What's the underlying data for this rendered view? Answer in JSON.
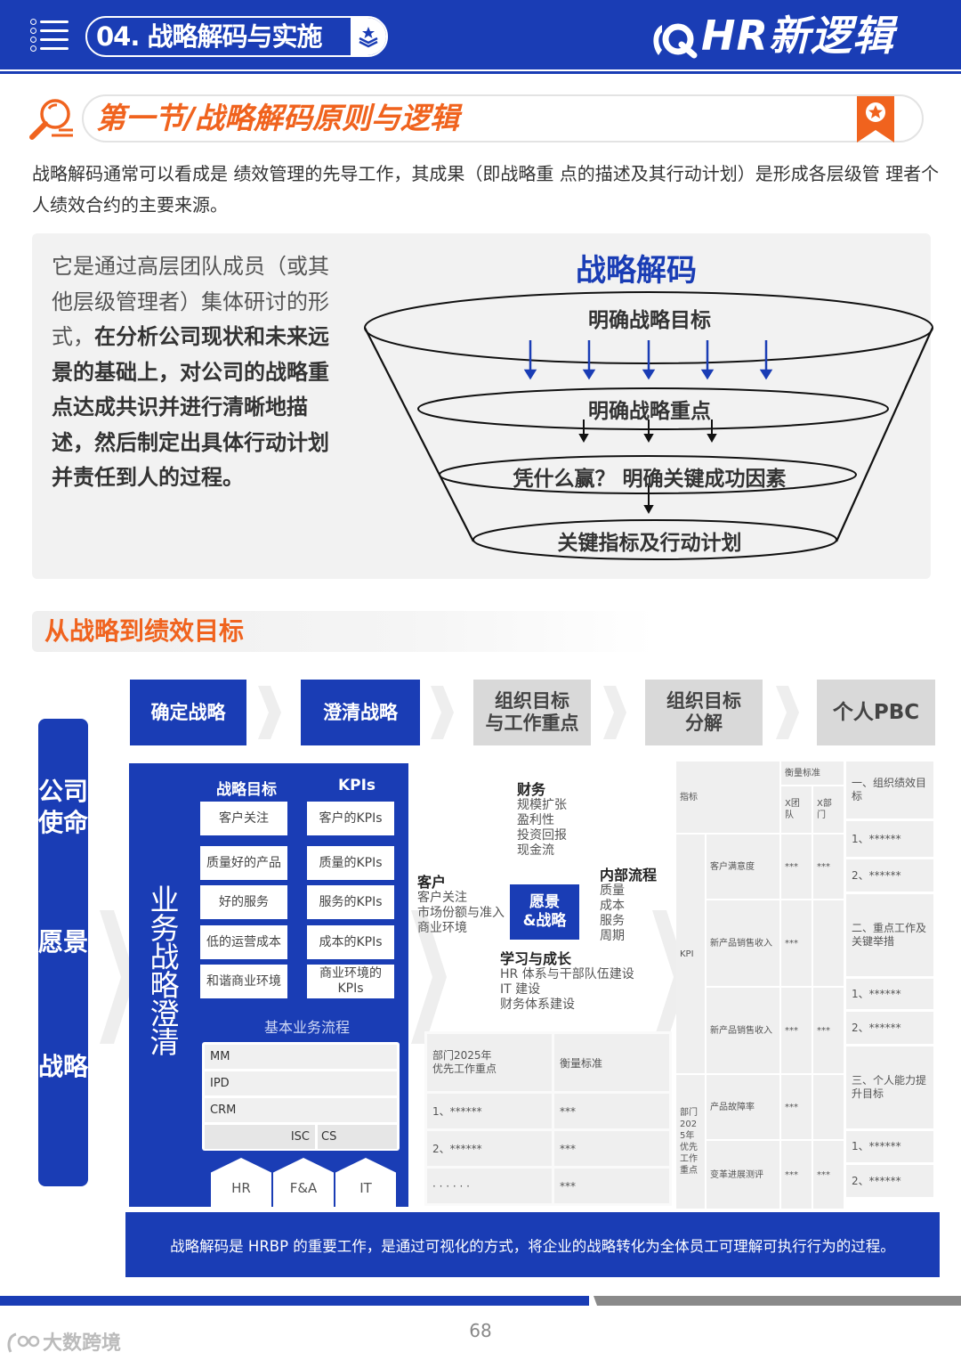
{
  "header": {
    "chapter_title": "04. 战略解码与实施",
    "brand": "HR新逻辑",
    "accent": "#1a3db5"
  },
  "section": {
    "title": "第一节/战略解码原则与逻辑",
    "accent": "#f0631e"
  },
  "intro": "战略解码通常可以看成是 绩效管理的先导工作，其成果（即战略重 点的描述及其行动计划）是形成各层级管 理者个人绩效合约的主要来源。",
  "definition": {
    "plain": "它是通过高层团队成员（或其他层级管理者）集体研讨的形式，",
    "bold": "在分析公司现状和未来远景的基础上，对公司的战略重点达成共识并进行清晰地描述，然后制定出具体行动计划并责任到人的过程。"
  },
  "funnel": {
    "title": "战略解码",
    "levels": [
      "明确战略目标",
      "明确战略重点",
      "凭什么赢？ 明确关键成功因素",
      "关键指标及行动计划"
    ]
  },
  "strategy_to_goals": {
    "title": "从战略到绩效目标",
    "steps": [
      {
        "label": "确定战略",
        "active": true
      },
      {
        "label": "澄清战略",
        "active": true
      },
      {
        "label": "组织目标\n与工作重点",
        "active": false
      },
      {
        "label": "组织目标\n分解",
        "active": false
      },
      {
        "label": "个人PBC",
        "active": false
      }
    ],
    "vision_bar": [
      "公司使命",
      "愿景",
      "战略"
    ]
  },
  "business_strategy": {
    "vertical_title": "业务战略澄清",
    "col_goals": "战略目标",
    "col_kpis": "KPIs",
    "rows": [
      {
        "goal": "客户关注",
        "kpi": "客户的KPIs"
      },
      {
        "goal": "质量好的产品",
        "kpi": "质量的KPIs"
      },
      {
        "goal": "好的服务",
        "kpi": "服务的KPIs"
      },
      {
        "goal": "低的运营成本",
        "kpi": "成本的KPIs"
      },
      {
        "goal": "和谐商业环境",
        "kpi": "商业环境的KPIs"
      }
    ],
    "process_title": "基本业务流程",
    "processes": [
      "MM",
      "IPD",
      "CRM"
    ],
    "process_split": [
      "ISC",
      "CS"
    ],
    "supports": [
      "HR",
      "F&A",
      "IT"
    ]
  },
  "bsc": {
    "center": "愿景\n&战略",
    "finance": {
      "title": "财务",
      "items": [
        "规模扩张",
        "盈利性",
        "投资回报",
        "现金流"
      ]
    },
    "customer": {
      "title": "客户",
      "items": [
        "客户关注",
        "市场份额与准入",
        "商业环境"
      ]
    },
    "internal": {
      "title": "内部流程",
      "items": [
        "质量",
        "成本",
        "服务",
        "周期"
      ]
    },
    "learning": {
      "title": "学习与成长",
      "items": [
        "HR 体系与干部队伍建设",
        "IT 建设",
        "财务体系建设"
      ]
    }
  },
  "dept_table": {
    "headers": [
      "部门2025年\n优先工作重点",
      "衡量标准"
    ],
    "rows": [
      [
        "1、******",
        "***"
      ],
      [
        "2、******",
        "***"
      ],
      [
        "· · · · · ·",
        "***"
      ]
    ]
  },
  "kpi_table": {
    "header_indicator": "指标",
    "header_standard": "衡量标准",
    "sub_headers": [
      "X团队",
      "X部门"
    ],
    "groups": [
      {
        "label": "KPI",
        "rows": [
          {
            "name": "客户满意度",
            "team": "***",
            "dept": "***"
          },
          {
            "name": "新产品销售收入",
            "team": "***",
            "dept": ""
          },
          {
            "name": "新产品销售收入",
            "team": "***",
            "dept": "***"
          }
        ]
      },
      {
        "label": "部门2025年优先工作重点",
        "rows": [
          {
            "name": "产品故障率",
            "team": "***",
            "dept": ""
          },
          {
            "name": "变革进展测评",
            "team": "***",
            "dept": "***"
          }
        ]
      }
    ]
  },
  "pbc": [
    {
      "text": "一、组织绩效目标",
      "kind": "head"
    },
    {
      "text": "1、******",
      "kind": "item"
    },
    {
      "text": "2、******",
      "kind": "item"
    },
    {
      "text": "二、重点工作及关键举措",
      "kind": "head"
    },
    {
      "text": "1、******",
      "kind": "item"
    },
    {
      "text": "2、******",
      "kind": "item"
    },
    {
      "text": "三、个人能力提升目标",
      "kind": "head"
    },
    {
      "text": "1、******",
      "kind": "item"
    },
    {
      "text": "2、******",
      "kind": "item"
    }
  ],
  "conclusion": "战略解码是 HRBP 的重要工作，是通过可视化的方式，将企业的战略转化为全体员工可理解可执行行为的过程。",
  "footer": {
    "page_number": "68",
    "watermark": "大数跨境"
  }
}
